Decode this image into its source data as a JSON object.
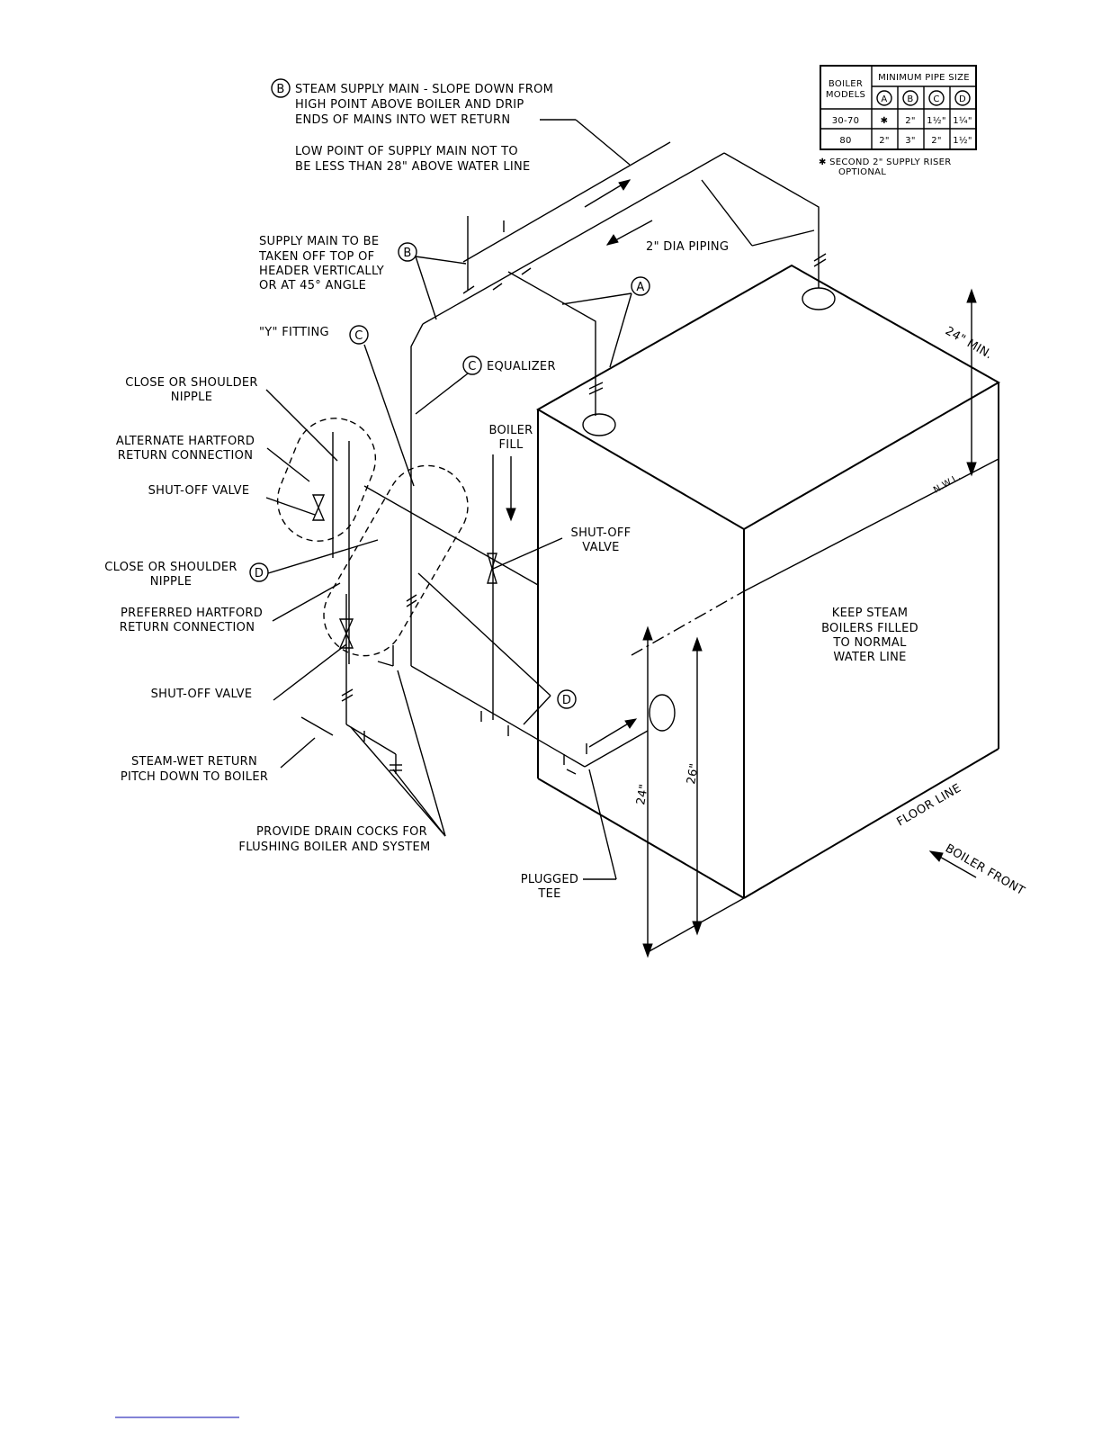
{
  "notes": {
    "supply_main": [
      "STEAM SUPPLY MAIN - SLOPE DOWN FROM",
      "HIGH POINT ABOVE BOILER AND DRIP",
      "ENDS OF MAINS INTO WET RETURN"
    ],
    "low_point": [
      "LOW POINT OF SUPPLY MAIN NOT TO",
      "BE LESS THAN 28\" ABOVE WATER LINE"
    ],
    "supply_header": [
      "SUPPLY MAIN TO BE",
      "TAKEN OFF TOP OF",
      "HEADER VERTICALLY",
      "OR AT 45° ANGLE"
    ],
    "y_fitting": "\"Y\" FITTING",
    "equalizer": "EQUALIZER",
    "close_nipple_1": [
      "CLOSE OR SHOULDER",
      "NIPPLE"
    ],
    "alt_hartford": [
      "ALTERNATE HARTFORD",
      "RETURN CONNECTION"
    ],
    "shutoff_1": "SHUT-OFF VALVE",
    "close_nipple_2": [
      "CLOSE OR SHOULDER",
      "NIPPLE"
    ],
    "pref_hartford": [
      "PREFERRED HARTFORD",
      "RETURN CONNECTION"
    ],
    "shutoff_2": "SHUT-OFF VALVE",
    "wet_return": [
      "STEAM-WET RETURN",
      "PITCH DOWN TO BOILER"
    ],
    "drain_cocks": [
      "PROVIDE DRAIN COCKS FOR",
      "FLUSHING BOILER AND SYSTEM"
    ],
    "boiler_fill": [
      "BOILER",
      "FILL"
    ],
    "shutoff_3": [
      "SHUT-OFF",
      "VALVE"
    ],
    "plugged_tee": [
      "PLUGGED",
      "TEE"
    ],
    "dia_piping": "2\" DIA PIPING",
    "keep_steam": [
      "KEEP STEAM",
      "BOILERS FILLED",
      "TO NORMAL",
      "WATER LINE"
    ],
    "floor_line": "FLOOR LINE",
    "boiler_front": "BOILER FRONT",
    "nwl": "N.W.L.",
    "min_24": "24\" MIN.",
    "dim_24": "24\"",
    "dim_26": "26\""
  },
  "callouts": {
    "A": "A",
    "B": "B",
    "C": "C",
    "D": "D"
  },
  "table": {
    "col_head_1": [
      "BOILER",
      "MODELS"
    ],
    "col_head_2": "MINIMUM PIPE SIZE",
    "sub_heads": [
      "A",
      "B",
      "C",
      "D"
    ],
    "rows": [
      {
        "model": "30-70",
        "A": "✱",
        "B": "2\"",
        "C": "1½\"",
        "D": "1¼\""
      },
      {
        "model": "80",
        "A": "2\"",
        "B": "3\"",
        "C": "2\"",
        "D": "1½\""
      }
    ],
    "footnote": [
      "✱ SECOND 2\" SUPPLY RISER",
      "OPTIONAL"
    ]
  }
}
